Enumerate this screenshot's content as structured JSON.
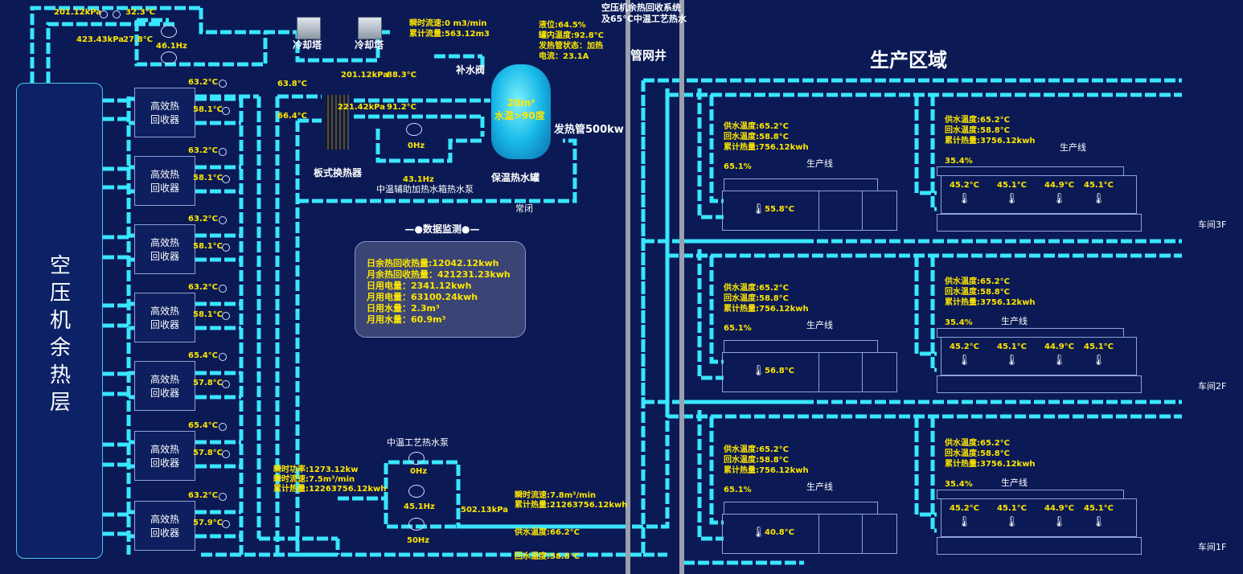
{
  "title": {
    "line1": "空压机余热回收系统",
    "line2": "及65°C中温工艺热水"
  },
  "zones": {
    "pipe_shaft": "管网井",
    "production": "生产区域"
  },
  "left_block": {
    "label": "空压机余热层"
  },
  "recovery_units": [
    {
      "label": "高效热回收器",
      "supply_temp": "63.2°C",
      "return_temp": "58.1°C"
    },
    {
      "label": "高效热回收器",
      "supply_temp": "63.2°C",
      "return_temp": "58.1°C"
    },
    {
      "label": "高效热回收器",
      "supply_temp": "63.2°C",
      "return_temp": "58.1°C"
    },
    {
      "label": "高效热回收器",
      "supply_temp": "63.2°C",
      "return_temp": "58.1°C"
    },
    {
      "label": "高效热回收器",
      "supply_temp": "65.4°C",
      "return_temp": "57.8°C"
    },
    {
      "label": "高效热回收器",
      "supply_temp": "65.4°C",
      "return_temp": "57.8°C"
    },
    {
      "label": "高效热回收器",
      "supply_temp": "63.2°C",
      "return_temp": "57.9°C"
    }
  ],
  "cooling": {
    "pressure1": "201.12kPa",
    "temp1": "32.3°C",
    "pressure2": "423.43kPa",
    "temp2": "27.8°C",
    "freq": "46.1Hz",
    "tower1": "冷却塔",
    "tower2": "冷却塔"
  },
  "heat_exchanger": {
    "label": "板式换热器",
    "in_temp": "63.8°C",
    "out_temp": "66.4°C",
    "p1": "201.12kPa",
    "t1": "88.3°C",
    "p2": "221.42kPa",
    "t2": "91.2°C"
  },
  "makeup": {
    "flow": "瞬时流速:0 m3/min",
    "total": "累计流量:563.12m3",
    "valve": "补水阀"
  },
  "tank": {
    "level": "液位:64.5%",
    "inner_temp": "罐内温度:92.8°C",
    "heater_state": "发热管状态：加热",
    "current": "电流：23.1A",
    "volume": "20m³",
    "water_temp": "水温>90度",
    "heater_label": "发热管500kw",
    "label": "保温热水罐",
    "normally_closed": "常闭"
  },
  "aux_pump": {
    "freq1": "0Hz",
    "freq2": "43.1Hz",
    "label": "中温辅助加热水箱热水泵"
  },
  "monitor": {
    "title": "数据监测",
    "rows": [
      "日余热回收热量:12042.12kwh",
      "月余热回收热量：421231.23kwh",
      "日用电量：2341.12kwh",
      "月用电量：63100.24kwh",
      "日用水量：2.3m³",
      "月用水量：60.9m³"
    ]
  },
  "process_pump": {
    "label": "中温工艺热水泵",
    "power": "瞬时功率:1273.12kw",
    "flow": "瞬时流速:7.5m³/min",
    "total": "累计热量:12263756.12kwh",
    "freq1": "0Hz",
    "freq2": "45.1Hz",
    "freq3": "50Hz"
  },
  "main_out": {
    "pressure": "502.13kPa",
    "flow": "瞬时流速:7.8m³/min",
    "total": "累计热量:21263756.12kwh",
    "supply_temp": "供水温度:66.2°C",
    "return_temp": "回水温度:58.8°C"
  },
  "floors": [
    {
      "name": "车间3F",
      "left": {
        "supply": "供水温度:65.2°C",
        "return": "回水温度:58.8°C",
        "total": "累计热量:756.12kwh",
        "valve": "65.1%",
        "line": "生产线",
        "temp": "55.8°C"
      },
      "right": {
        "supply": "供水温度:65.2°C",
        "return": "回水温度:58.8°C",
        "total": "累计热量:3756.12kwh",
        "valve": "35.4%",
        "line": "生产线",
        "temps": [
          "45.2°C",
          "45.1°C",
          "44.9°C",
          "45.1°C"
        ]
      }
    },
    {
      "name": "车间2F",
      "left": {
        "supply": "供水温度:65.2°C",
        "return": "回水温度:58.8°C",
        "total": "累计热量:756.12kwh",
        "valve": "65.1%",
        "line": "生产线",
        "temp": "56.8°C"
      },
      "right": {
        "supply": "供水温度:65.2°C",
        "return": "回水温度:58.8°C",
        "total": "累计热量:3756.12kwh",
        "valve": "35.4%",
        "line": "生产线",
        "temps": [
          "45.2°C",
          "45.1°C",
          "44.9°C",
          "45.1°C"
        ]
      }
    },
    {
      "name": "车间1F",
      "left": {
        "supply": "供水温度:65.2°C",
        "return": "回水温度:58.8°C",
        "total": "累计热量:756.12kwh",
        "valve": "65.1%",
        "line": "生产线",
        "temp": "40.8°C"
      },
      "right": {
        "supply": "供水温度:65.2°C",
        "return": "回水温度:58.8°C",
        "total": "累计热量:3756.12kwh",
        "valve": "35.4%",
        "line": "生产线",
        "temps": [
          "45.2°C",
          "45.1°C",
          "44.9°C",
          "45.1°C"
        ]
      }
    }
  ],
  "colors": {
    "background": "#0b1a55",
    "pipe": "#39e6ff",
    "value_text": "#ffe600",
    "panel": "#3a4575"
  }
}
